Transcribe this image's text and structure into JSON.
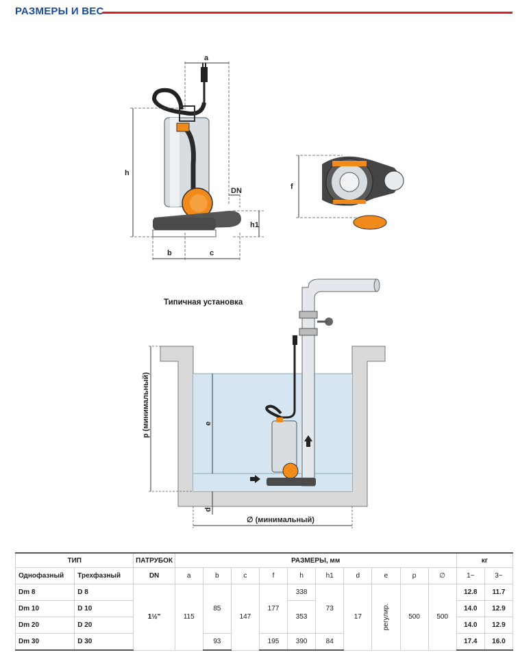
{
  "header": {
    "title": "РАЗМЕРЫ И ВЕС"
  },
  "drawing_labels": {
    "a": "a",
    "h": "h",
    "dn": "DN",
    "h1": "h1",
    "b": "b",
    "c": "c",
    "f": "f",
    "p": "p (минимальный)",
    "e": "e",
    "d": "d",
    "width": "∅ (минимальный)"
  },
  "caption": "Типичная установка",
  "table": {
    "group_headers": {
      "type": "ТИП",
      "outlet": "ПАТРУБОК",
      "dims": "РАЗМЕРЫ, мм",
      "weight": "кг"
    },
    "sub_headers": {
      "single_phase": "Однофазный",
      "three_phase": "Трехфазный",
      "dn": "DN",
      "a": "a",
      "b": "b",
      "c": "c",
      "f": "f",
      "h": "h",
      "h1": "h1",
      "d": "d",
      "e": "e",
      "p": "p",
      "diam": "∅",
      "w1": "1~",
      "w3": "3~"
    },
    "rows": [
      {
        "single": "Dm 8",
        "three": "D 8",
        "h": "338",
        "w1": "12.8",
        "w3": "11.7"
      },
      {
        "single": "Dm 10",
        "three": "D 10",
        "h": "353",
        "w1": "14.0",
        "w3": "12.9"
      },
      {
        "single": "Dm 20",
        "three": "D 20",
        "h": "353",
        "w1": "14.0",
        "w3": "12.9"
      },
      {
        "single": "Dm 30",
        "three": "D 30",
        "h": "390",
        "w1": "17.4",
        "w3": "16.0"
      }
    ],
    "merged": {
      "dn": "1½\"",
      "a": "115",
      "b_top": "85",
      "b_last": "93",
      "c": "147",
      "f_top": "177",
      "f_last": "195",
      "h1_top": "73",
      "h1_last": "84",
      "d": "17",
      "e": "регулир.",
      "p": "500",
      "diam": "500"
    }
  }
}
